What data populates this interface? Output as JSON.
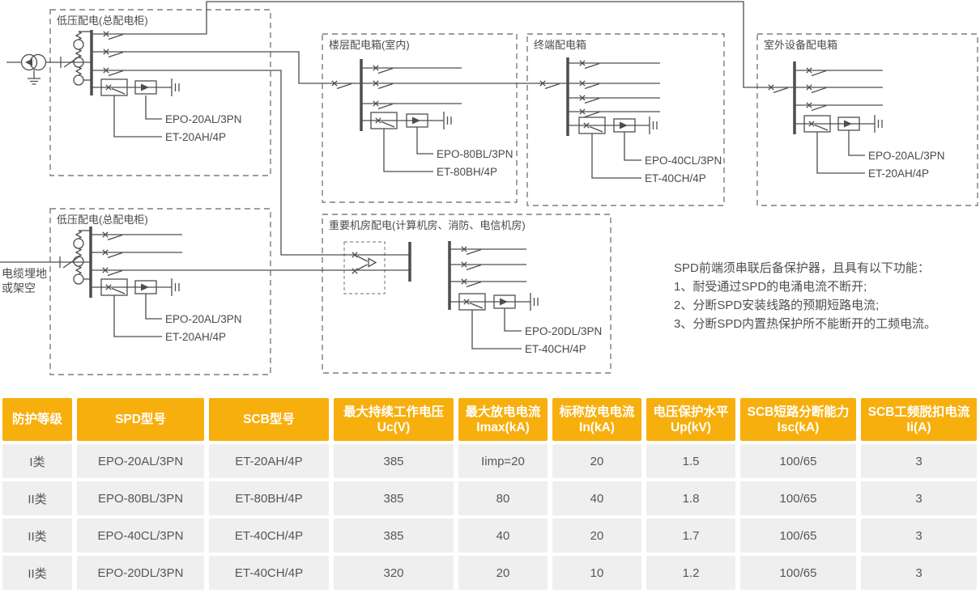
{
  "colors": {
    "accent_orange": "#F7AF0E",
    "table_row_bg": "#EFEFEF",
    "diagram_line": "#4D4D4D",
    "cell_text": "#55565A"
  },
  "diagram": {
    "panels": [
      {
        "title": "低压配电(总配电柜)",
        "spd": "EPO-20AL/3PN",
        "scb": "ET-20AH/4P"
      },
      {
        "title": "楼层配电箱(室内)",
        "spd": "EPO-80BL/3PN",
        "scb": "ET-80BH/4P"
      },
      {
        "title": "终端配电箱",
        "spd": "EPO-40CL/3PN",
        "scb": "ET-40CH/4P"
      },
      {
        "title": "室外设备配电箱",
        "spd": "EPO-20AL/3PN",
        "scb": "ET-20AH/4P"
      },
      {
        "title": "低压配电(总配电柜)",
        "spd": "EPO-20AL/3PN",
        "scb": "ET-20AH/4P"
      },
      {
        "title": "重要机房配电(计算机房、消防、电信机房)",
        "spd": "EPO-20DL/3PN",
        "scb": "ET-40CH/4P"
      }
    ],
    "cable_label": {
      "line1": "电缆埋地",
      "line2": "或架空"
    },
    "note": {
      "line1": "SPD前端须串联后备保护器，且具有以下功能：",
      "line2": "1、耐受通过SPD的电涌电流不断开;",
      "line3": "2、分断SPD安装线路的预期短路电流;",
      "line4": "3、分断SPD内置热保护所不能断开的工频电流。"
    }
  },
  "table": {
    "headers": [
      {
        "title": "防护等级",
        "sub": ""
      },
      {
        "title": "SPD型号",
        "sub": ""
      },
      {
        "title": "SCB型号",
        "sub": ""
      },
      {
        "title": "最大持续工作电压",
        "sub": "Uc(V)"
      },
      {
        "title": "最大放电电流",
        "sub": "Imax(kA)"
      },
      {
        "title": "标称放电电流",
        "sub": "In(kA)"
      },
      {
        "title": "电压保护水平",
        "sub": "Up(kV)"
      },
      {
        "title": "SCB短路分断能力",
        "sub": "Isc(kA)"
      },
      {
        "title": "SCB工频脱扣电流",
        "sub": "Ii(A)"
      }
    ],
    "rows": [
      [
        "I类",
        "EPO-20AL/3PN",
        "ET-20AH/4P",
        "385",
        "Iimp=20",
        "20",
        "1.5",
        "100/65",
        "3"
      ],
      [
        "II类",
        "EPO-80BL/3PN",
        "ET-80BH/4P",
        "385",
        "80",
        "40",
        "1.8",
        "100/65",
        "3"
      ],
      [
        "II类",
        "EPO-40CL/3PN",
        "ET-40CH/4P",
        "385",
        "40",
        "20",
        "1.7",
        "100/65",
        "3"
      ],
      [
        "II类",
        "EPO-20DL/3PN",
        "ET-40CH/4P",
        "320",
        "20",
        "10",
        "1.2",
        "100/65",
        "3"
      ]
    ]
  }
}
